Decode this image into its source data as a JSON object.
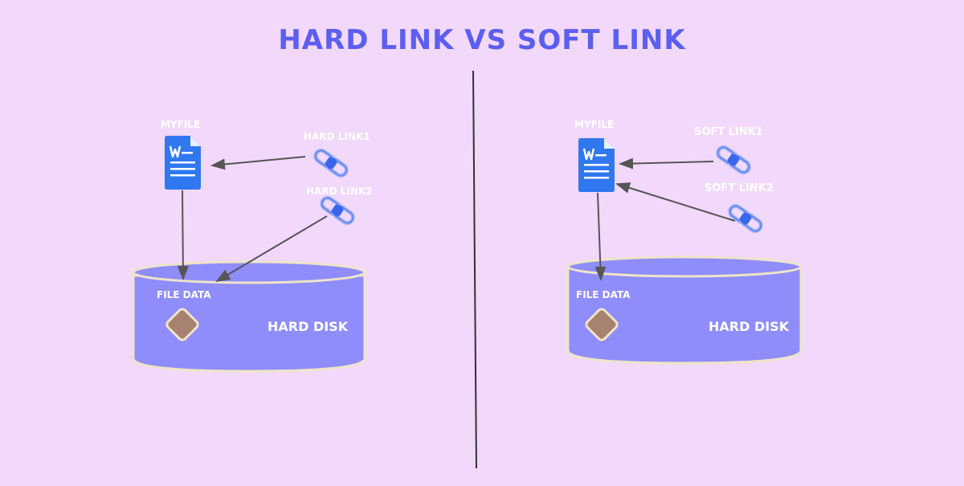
{
  "title": "HARD LINK VS SOFT LINK",
  "colors": {
    "background": "#f2d8fb",
    "title": "#5c5ef0",
    "disk_fill": "#8f8cfb",
    "disk_rim": "#efe4c8",
    "file_icon": "#2f78f0",
    "data_block": "#a78270",
    "arrow": "#555555",
    "divider": "#333333"
  },
  "left_panel": {
    "file_label": "MYFILE",
    "file_icon": "word-document-icon",
    "file_icon_letter": "W",
    "links": [
      {
        "label": "HARD LINK1",
        "icon": "chain-link-icon"
      },
      {
        "label": "HARD LINK2",
        "icon": "chain-link-icon"
      }
    ],
    "disk": {
      "label": "HARD DISK",
      "data_label": "FILE DATA"
    }
  },
  "right_panel": {
    "file_label": "MYFILE",
    "file_icon": "word-document-icon",
    "file_icon_letter": "W",
    "links": [
      {
        "label": "SOFT LINK1",
        "icon": "chain-link-icon"
      },
      {
        "label": "SOFT LINK2",
        "icon": "chain-link-icon"
      }
    ],
    "disk": {
      "label": "HARD DISK",
      "data_label": "FILE DATA"
    }
  }
}
